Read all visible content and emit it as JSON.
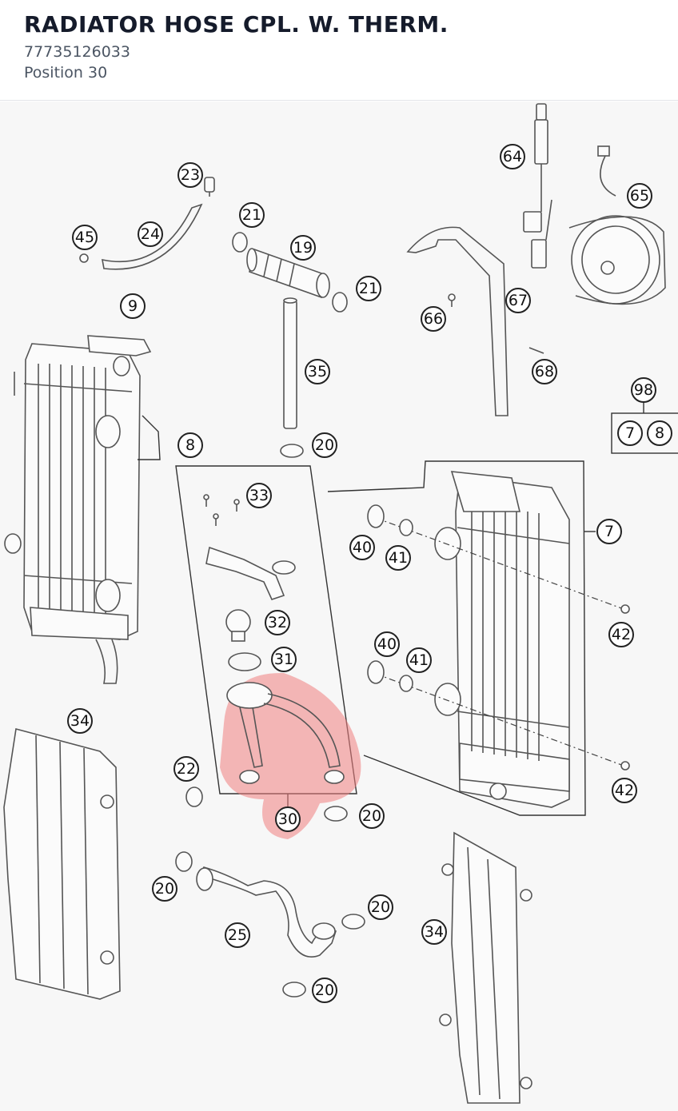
{
  "header": {
    "title": "RADIATOR HOSE CPL. W. THERM.",
    "part_number": "77735126033",
    "position_label": "Position 30"
  },
  "diagram": {
    "highlight_color": "#f08080",
    "callouts": [
      "23",
      "45",
      "24",
      "21",
      "19",
      "21",
      "9",
      "35",
      "8",
      "20",
      "33",
      "64",
      "65",
      "67",
      "66",
      "68",
      "98",
      "7",
      "8",
      "7",
      "40",
      "41",
      "42",
      "32",
      "31",
      "40",
      "41",
      "22",
      "30",
      "20",
      "42",
      "34",
      "20",
      "25",
      "20",
      "34",
      "20"
    ]
  }
}
